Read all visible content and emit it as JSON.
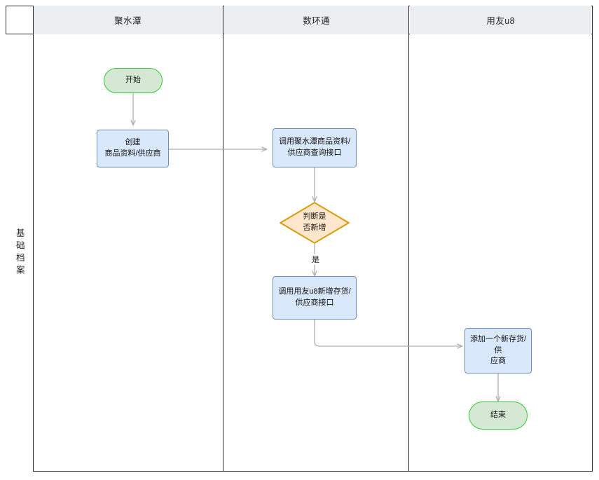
{
  "diagram": {
    "type": "swimlane-flowchart",
    "pool_title": "基础档案",
    "lanes": [
      {
        "id": "lane-jushuitan",
        "label": "聚水潭"
      },
      {
        "id": "lane-shuhuantong",
        "label": "数环通"
      },
      {
        "id": "lane-yongyou-u8",
        "label": "用友u8"
      }
    ],
    "nodes": [
      {
        "id": "node-start",
        "shape": "terminator",
        "lane": "lane-jushuitan",
        "label": "开始",
        "fill": "#d5e8d4",
        "stroke": "#33cc33"
      },
      {
        "id": "node-create-goods-supplier",
        "shape": "process",
        "lane": "lane-jushuitan",
        "label": "创建\n商品资料/供应商",
        "fill": "#dae8fc",
        "stroke": "#6c8ebf"
      },
      {
        "id": "node-query-jushuitan-api",
        "shape": "process",
        "lane": "lane-shuhuantong",
        "label": "调用聚水潭商品资料/\n供应商查询接口",
        "fill": "#dae8fc",
        "stroke": "#6c8ebf"
      },
      {
        "id": "node-decide-is-new",
        "shape": "decision",
        "lane": "lane-shuhuantong",
        "label": "判断是\n否新增",
        "fill": "#ffe6cc",
        "stroke": "#d79b00"
      },
      {
        "id": "node-call-u8-add-api",
        "shape": "process",
        "lane": "lane-shuhuantong",
        "label": "调用用友u8新增存货/\n供应商接口",
        "fill": "#dae8fc",
        "stroke": "#6c8ebf"
      },
      {
        "id": "node-add-new-inventory-supplier",
        "shape": "process",
        "lane": "lane-yongyou-u8",
        "label": "添加一个新存货/供\n应商",
        "fill": "#dae8fc",
        "stroke": "#6c8ebf"
      },
      {
        "id": "node-end",
        "shape": "terminator",
        "lane": "lane-yongyou-u8",
        "label": "结束",
        "fill": "#d5e8d4",
        "stroke": "#33cc33"
      }
    ],
    "edges": [
      {
        "id": "edge-start-to-create",
        "from": "node-start",
        "to": "node-create-goods-supplier",
        "label": ""
      },
      {
        "id": "edge-create-to-query",
        "from": "node-create-goods-supplier",
        "to": "node-query-jushuitan-api",
        "label": ""
      },
      {
        "id": "edge-query-to-decision",
        "from": "node-query-jushuitan-api",
        "to": "node-decide-is-new",
        "label": ""
      },
      {
        "id": "edge-decision-to-u8api",
        "from": "node-decide-is-new",
        "to": "node-call-u8-add-api",
        "label": "是"
      },
      {
        "id": "edge-u8api-to-add",
        "from": "node-call-u8-add-api",
        "to": "node-add-new-inventory-supplier",
        "label": ""
      },
      {
        "id": "edge-add-to-end",
        "from": "node-add-new-inventory-supplier",
        "to": "node-end",
        "label": ""
      }
    ],
    "colors": {
      "lane_header_bg": "#eceff1",
      "lane_border": "#2b2b2b",
      "edge_stroke": "#b0b0b0",
      "canvas_bg": "#ffffff"
    }
  }
}
